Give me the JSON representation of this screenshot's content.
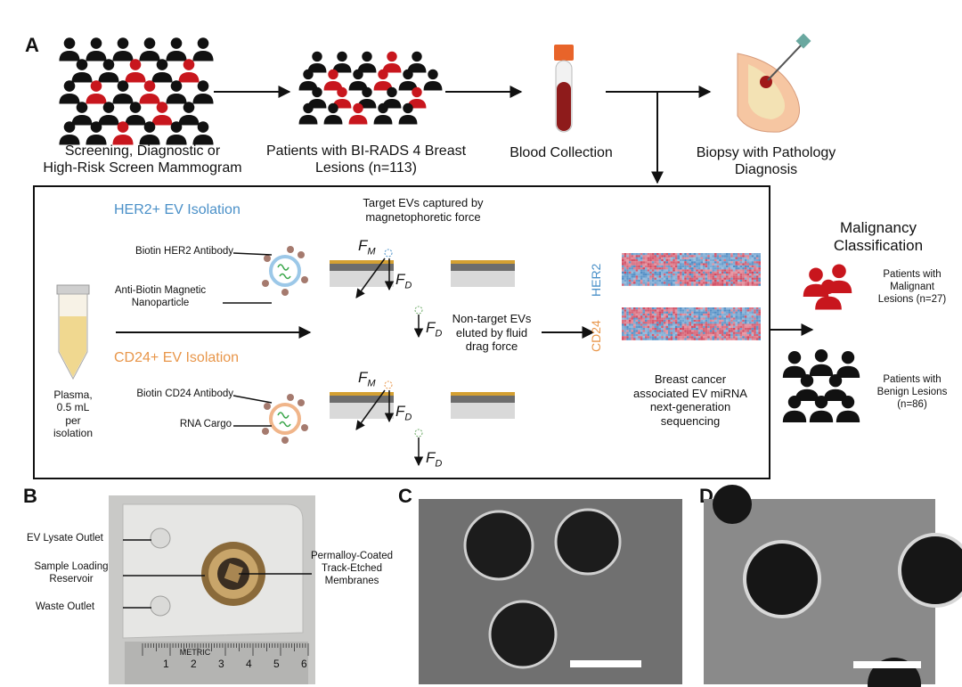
{
  "panels": {
    "a": "A",
    "b": "B",
    "c": "C",
    "d": "D"
  },
  "workflow": {
    "screening": "Screening, Diagnostic or\nHigh-Risk Screen Mammogram",
    "patients": "Patients with BI-RADS 4 Breast\nLesions (n=113)",
    "blood": "Blood Collection",
    "biopsy": "Biopsy with Pathology\nDiagnosis"
  },
  "isolation": {
    "her2_title": "HER2+ EV Isolation",
    "cd24_title": "CD24+ EV Isolation",
    "target_caption": "Target EVs captured by\nmagnetophoretic force",
    "nontarget_caption": "Non-target EVs\neluted by fluid\ndrag force",
    "biotin_her2": "Biotin HER2 Antibody",
    "anti_biotin": "Anti-Biotin Magnetic\nNanoparticle",
    "biotin_cd24": "Biotin CD24 Antibody",
    "rna_cargo": "RNA Cargo",
    "plasma": "Plasma,\n0.5 mL\nper\nisolation",
    "force_m": "F",
    "force_m_sub": "M",
    "force_d": "F",
    "force_d_sub": "D",
    "heatmap_her2": "HER2",
    "heatmap_cd24": "CD24",
    "sequencing": "Breast cancer\nassociated EV miRNA\nnext-generation\nsequencing"
  },
  "classification": {
    "title": "Malignancy\nClassification",
    "malignant": "Patients with\nMalignant\nLesions (n=27)",
    "benign": "Patients with\nBenign Lesions\n(n=86)"
  },
  "device": {
    "ev_lysate": "EV Lysate Outlet",
    "sample_loading": "Sample Loading\nReservoir",
    "waste": "Waste Outlet",
    "permalloy": "Permalloy-Coated\nTrack-Etched\nMembranes",
    "ruler_label": "METRIC",
    "ruler_numbers": [
      "1",
      "2",
      "3",
      "4",
      "5",
      "6"
    ]
  },
  "colors": {
    "her2_blue": "#4a90c8",
    "cd24_orange": "#e8964a",
    "malignant_red": "#c8161d",
    "benign_black": "#111111",
    "heat_red": "#d0485e",
    "heat_blue": "#4f8cc4",
    "membrane_gold": "#d4a032"
  }
}
